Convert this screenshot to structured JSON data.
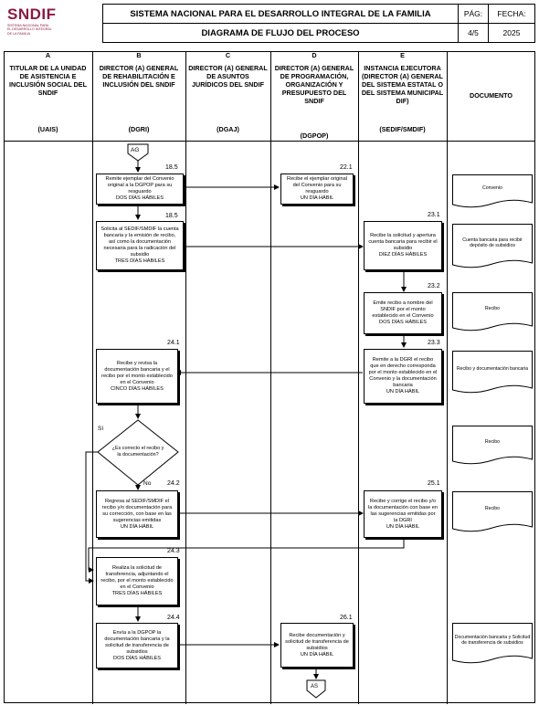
{
  "header": {
    "logo_text": "SNDIF",
    "logo_sub": [
      "SISTEMA NACIONAL PARA",
      "EL DESARROLLO INTEGRAL",
      "DE LA FAMILIA"
    ],
    "title": "SISTEMA NACIONAL PARA EL DESARROLLO INTEGRAL DE LA FAMILIA",
    "subtitle": "DIAGRAMA DE FLUJO DEL PROCESO",
    "page_label": "PÁG:",
    "page_value": "4/5",
    "date_label": "FECHA:",
    "date_value": "2025"
  },
  "columns": [
    {
      "letter": "A",
      "title": "TITULAR DE LA UNIDAD DE ASISTENCIA E INCLUSIÓN SOCIAL DEL SNDIF",
      "abbr": "(UAIS)"
    },
    {
      "letter": "B",
      "title": "DIRECTOR (A) GENERAL DE REHABILITACIÓN E INCLUSIÓN DEL SNDIF",
      "abbr": "(DGRI)"
    },
    {
      "letter": "C",
      "title": "DIRECTOR (A) GENERAL DE ASUNTOS JURÍDICOS DEL SNDIF",
      "abbr": "(DGAJ)"
    },
    {
      "letter": "D",
      "title": "DIRECTOR (A) GENERAL DE PROGRAMACIÓN, ORGANIZACIÓN Y PRESUPUESTO DEL SNDIF",
      "abbr": "(DGPOP)"
    },
    {
      "letter": "E",
      "title": "INSTANCIA EJECUTORA (DIRECTOR (A) GENERAL DEL SISTEMA ESTATAL O DEL SISTEMA MUNICIPAL DIF)",
      "abbr": "(SEDIF/SMDIF)"
    },
    {
      "letter": "",
      "title": "DOCUMENTO",
      "abbr": ""
    }
  ],
  "connectors": {
    "top": "AG",
    "bottom": "AS"
  },
  "steps": [
    {
      "id": "18.5a",
      "num": "18.5",
      "text": "Remite ejemplar del Convenio original a la DGPOP para su resguardo\nDOS DÍAS HÁBILES"
    },
    {
      "id": "22.1",
      "num": "22.1",
      "text": "Recibe el ejemplar original del Convenio para su resguardo\nUN DÍA HÁBIL"
    },
    {
      "id": "18.5b",
      "num": "18.5",
      "text": "Solicita al SEDIF/SMDIF la cuenta bancaria y la emisión de recibo, así como la documentación necesaria para la radicación del subsidio\nTRES DÍAS HÁBILES"
    },
    {
      "id": "23.1",
      "num": "23.1",
      "text": "Recibe la solicitud y apertura cuenta bancaria para recibir el subsidio\nDIEZ DÍAS HÁBILES"
    },
    {
      "id": "23.2",
      "num": "23.2",
      "text": "Emite recibo a nombre del SNDIF por el monto establecido en el Convenio\nDOS DÍAS HÁBILES"
    },
    {
      "id": "24.1",
      "num": "24.1",
      "text": "Recibe y revisa la documentación bancaria y el recibo por el monto establecido en el Convenio\nCINCO DÍAS HÁBILES"
    },
    {
      "id": "23.3",
      "num": "23.3",
      "text": "Remite a la DGRI el recibo que en derecho corresponda por el monto establecido en el Convenio y la documentación bancaria\nUN DÍA HÁBIL"
    },
    {
      "id": "24.2",
      "num": "24.2",
      "text": "Regresa al SEDIF/SMDIF el recibo y/o documentación para su corrección, con base en las sugerencias emitidas\nUN DÍA HÁBIL"
    },
    {
      "id": "25.1",
      "num": "25.1",
      "text": "Recibe y corrige el recibo y/o la documentación con base en las sugerencias emitidas por la DGRI\nUN DÍA HÁBIL"
    },
    {
      "id": "24.3",
      "num": "24.3",
      "text": "Realiza la solicitud de transferencia, adjuntando el recibo, por el monto establecido en el Convenio\nTRES DÍAS HÁBILES"
    },
    {
      "id": "24.4",
      "num": "24.4",
      "text": "Envía a la DGPOP la documentación bancaria y la solicitud de transferencia de subsidios\nDOS DÍAS HÁBILES"
    },
    {
      "id": "26.1",
      "num": "26.1",
      "text": "Recibe documentación y solicitud de transferencia de subsidios\nUN DÍA HÁBIL"
    }
  ],
  "decision": {
    "text": "¿Es correcto el recibo y la documentación?",
    "yes": "Sí",
    "no": "No"
  },
  "documents": [
    {
      "text": "Convenio"
    },
    {
      "text": "Cuenta bancaria para recibir depósito de subsidios"
    },
    {
      "text": "Recibo"
    },
    {
      "text": "Recibo y documentación bancaria"
    },
    {
      "text": "Recibo"
    },
    {
      "text": "Recibo"
    },
    {
      "text": "Documentación bancaria y Solicitud de transferencia de subsidios"
    }
  ]
}
